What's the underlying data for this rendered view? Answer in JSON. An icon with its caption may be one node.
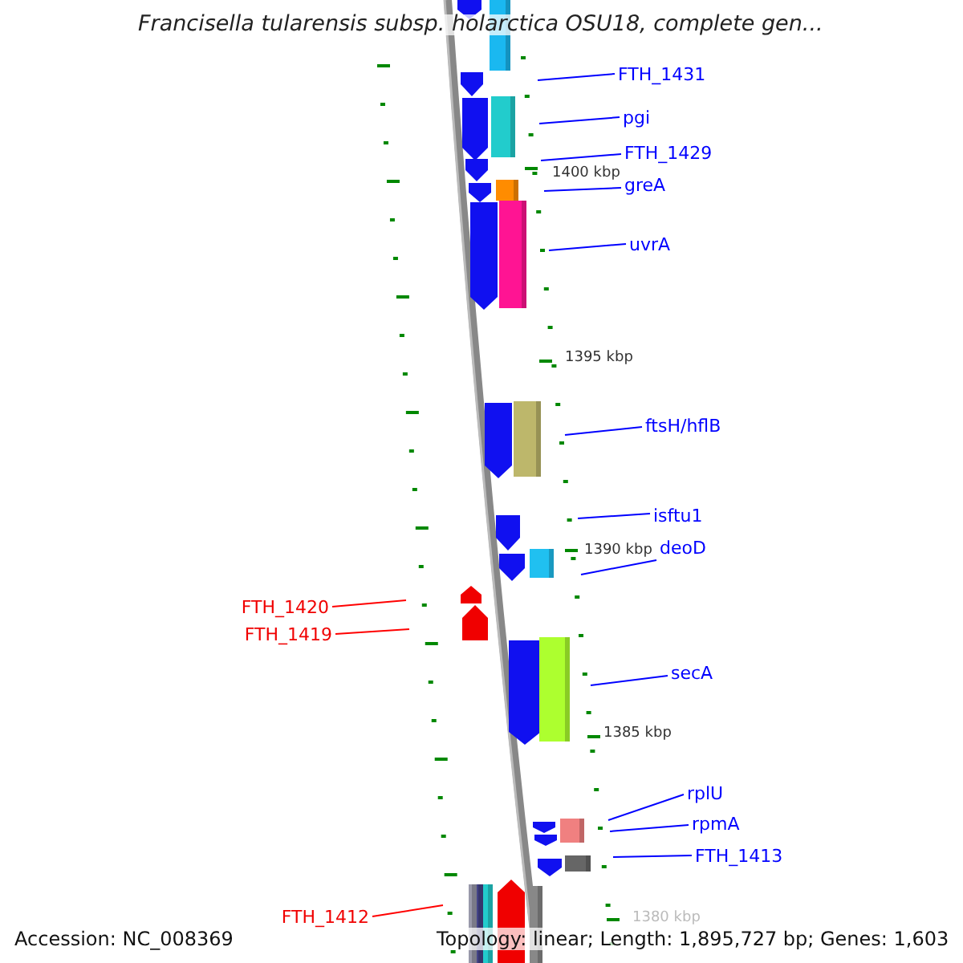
{
  "diagram": {
    "title": "Francisella tularensis subsp. holarctica OSU18, complete gen...",
    "nodes": [
      {
        "text": [
          "FTH_1431"
        ]
      },
      {
        "text": [
          "pgi"
        ]
      },
      {
        "text": [
          "FTH_1429"
        ]
      },
      {
        "text": [
          "greA"
        ]
      },
      {
        "text": [
          "uvrA"
        ]
      },
      {
        "text": [
          "ftsH/hflB"
        ]
      },
      {
        "text": [
          "isftu1"
        ]
      },
      {
        "text": [
          "deoD"
        ]
      },
      {
        "text": [
          "FTH_1420"
        ]
      },
      {
        "text": [
          "FTH_1419"
        ]
      },
      {
        "text": [
          "secA"
        ]
      },
      {
        "text": [
          "rplU"
        ]
      },
      {
        "text": [
          "rpmA"
        ]
      },
      {
        "text": [
          "FTH_1413"
        ]
      },
      {
        "text": [
          "FTH_1412"
        ]
      }
    ],
    "edges": [
      {
        "from": 0,
        "to": null,
        "arrow": "none"
      },
      {
        "from": 1,
        "to": null,
        "arrow": "none"
      },
      {
        "from": 2,
        "to": null,
        "arrow": "none"
      },
      {
        "from": 3,
        "to": null,
        "arrow": "none"
      },
      {
        "from": 4,
        "to": null,
        "arrow": "none"
      },
      {
        "from": 5,
        "to": null,
        "arrow": "none"
      },
      {
        "from": 6,
        "to": null,
        "arrow": "none"
      },
      {
        "from": 7,
        "to": null,
        "arrow": "none"
      },
      {
        "from": 8,
        "to": null,
        "arrow": "none",
        "color": "#ff0000"
      },
      {
        "from": 9,
        "to": null,
        "arrow": "none",
        "color": "#ff0000"
      },
      {
        "from": 10,
        "to": null,
        "arrow": "none"
      },
      {
        "from": 11,
        "to": null,
        "arrow": "none"
      },
      {
        "from": 12,
        "to": null,
        "arrow": "none"
      },
      {
        "from": 13,
        "to": null,
        "arrow": "none"
      },
      {
        "from": 14,
        "to": null,
        "arrow": "none",
        "color": "#ff0000"
      }
    ],
    "labels": [
      "1400 kbp",
      "1395 kbp",
      "1390 kbp",
      "1385 kbp",
      "1380 kbp",
      "Accession: NC_008369",
      "Topology: linear; Length: 1,895,727 bp; Genes: 1,603"
    ]
  }
}
